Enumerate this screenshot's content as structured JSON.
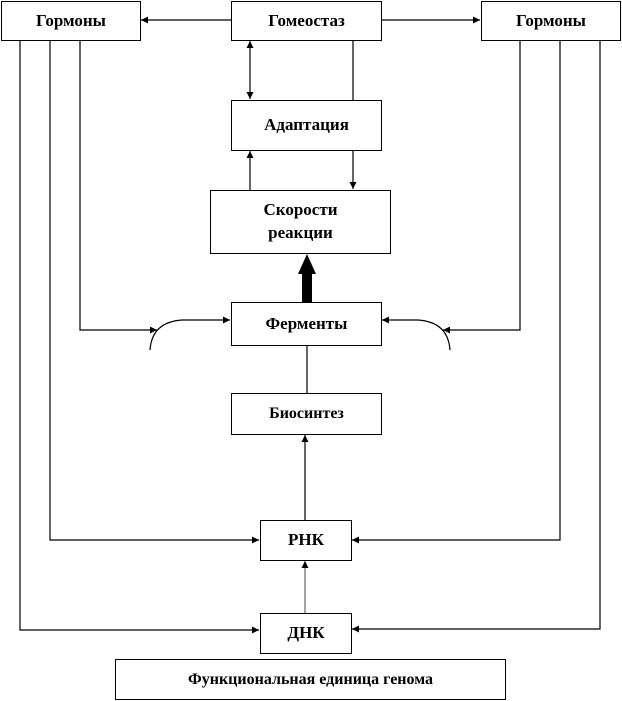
{
  "diagram": {
    "nodes": {
      "hormones_left": "Гормоны",
      "homeostasis": "Гомеостаз",
      "hormones_right": "Гормоны",
      "adaptation": "Адаптация",
      "reaction_rates_line1": "Скорости",
      "reaction_rates_line2": "реакции",
      "enzymes": "Ферменты",
      "biosynthesis": "Биосинтез",
      "rna": "РНК",
      "dna": "ДНК",
      "genome_unit": "Функциональная единица генома"
    },
    "edges": [
      {
        "from": "Гомеостаз",
        "to": "Гормоны (left)"
      },
      {
        "from": "Гомеостаз",
        "to": "Гормоны (right)"
      },
      {
        "from": "Гомеостаз",
        "to": "Адаптация",
        "bidirectional": true
      },
      {
        "from": "Скорости реакции",
        "to": "Адаптация"
      },
      {
        "from": "Гомеостаз",
        "to": "Скорости реакции"
      },
      {
        "from": "Ферменты",
        "to": "Скорости реакции",
        "bold": true
      },
      {
        "from": "Гормоны (left)",
        "to": "Ферменты"
      },
      {
        "from": "Гормоны (right)",
        "to": "Ферменты"
      },
      {
        "from": "Биосинтез",
        "to": "Ферменты"
      },
      {
        "from": "РНК",
        "to": "Биосинтез"
      },
      {
        "from": "ДНК",
        "to": "РНК"
      },
      {
        "from": "Гормоны (left)",
        "to": "РНК"
      },
      {
        "from": "Гормоны (right)",
        "to": "РНК"
      },
      {
        "from": "Гормоны (left)",
        "to": "ДНК"
      },
      {
        "from": "Гормоны (right)",
        "to": "ДНК"
      }
    ]
  }
}
